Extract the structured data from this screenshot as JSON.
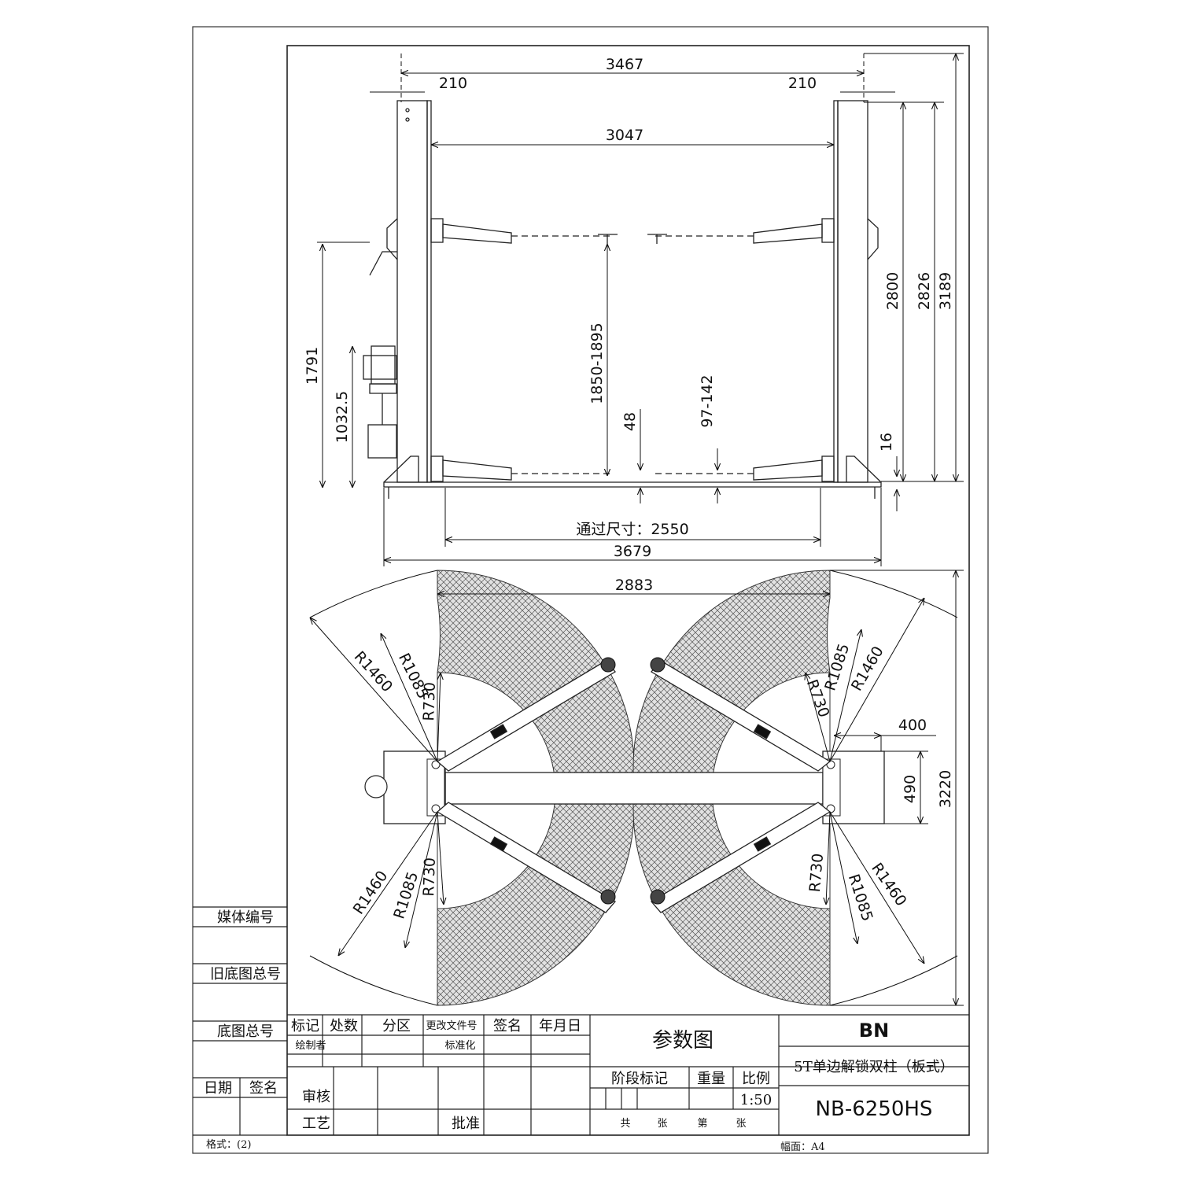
{
  "front_view": {
    "dim_total_top": "3467",
    "dim_left_offset": "210",
    "dim_right_offset": "210",
    "dim_inner": "3047",
    "dim_1791": "1791",
    "dim_1032": "1032.5",
    "dim_arm_height": "1850-1895",
    "dim_48": "48",
    "dim_97_142": "97-142",
    "dim_2800": "2800",
    "dim_2826": "2826",
    "dim_3189": "3189",
    "dim_16": "16",
    "dim_pass": "通过尺寸：2550",
    "dim_base": "3679"
  },
  "top_view": {
    "dim_width": "2883",
    "dim_400": "400",
    "dim_490": "490",
    "dim_3220": "3220",
    "r_large": "R1460",
    "r_mid": "R1085",
    "r_small": "R730"
  },
  "left_block": {
    "media_no": "媒体编号",
    "old_total": "旧底图总号",
    "base_total": "底图总号",
    "date": "日期",
    "sign": "签名"
  },
  "title_block": {
    "col_mark": "标记",
    "col_count": "处数",
    "col_zone": "分区",
    "col_doc": "更改文件号",
    "col_sign": "签名",
    "col_date": "年月日",
    "drawer": "绘制者",
    "standard": "标准化",
    "review": "审核",
    "process": "工艺",
    "approve": "批准",
    "param_title": "参数图",
    "stage": "阶段标记",
    "weight": "重量",
    "ratio": "比例",
    "scale": "1:50",
    "total_pages": "共",
    "sheets": "张",
    "page_no": "第",
    "sheets2": "张",
    "brand": "BN",
    "product": "5T单边解锁双柱（板式）",
    "model": "NB-6250HS",
    "format": "格式：(2)",
    "paper": "幅面：A4"
  }
}
